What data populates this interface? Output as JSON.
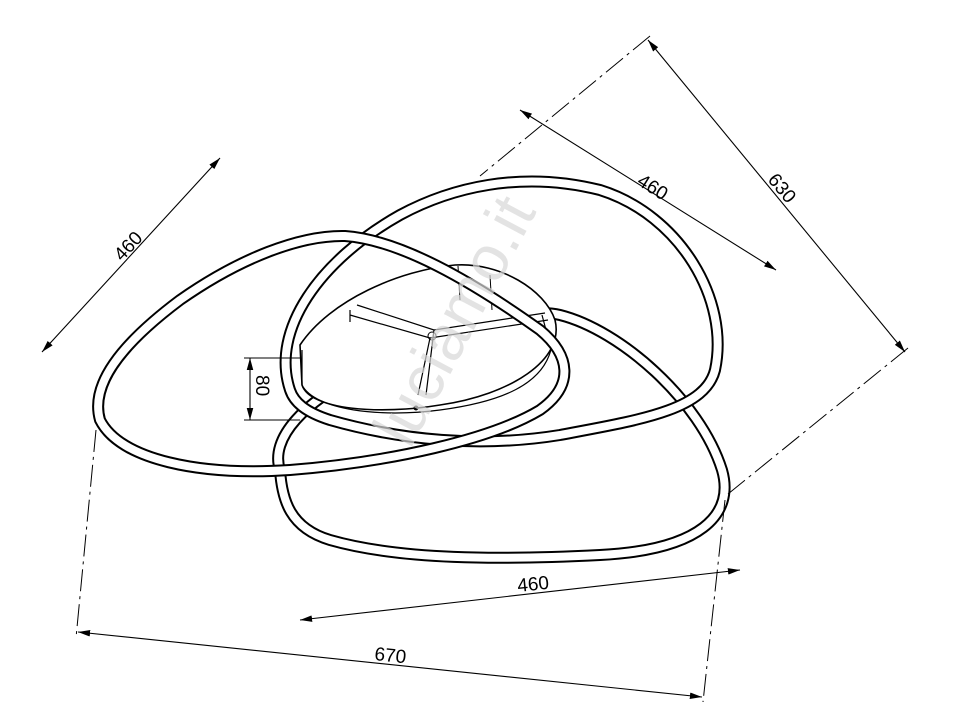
{
  "drawing": {
    "watermark": "luciamo.it",
    "colors": {
      "line": "#000000",
      "background": "#ffffff",
      "watermark": "#d8d8d8"
    },
    "dimensions": {
      "left_ring_width": "460",
      "top_ring_width": "460",
      "overall_depth": "630",
      "height": "80",
      "bottom_ring_width": "460",
      "overall_width": "670"
    }
  }
}
